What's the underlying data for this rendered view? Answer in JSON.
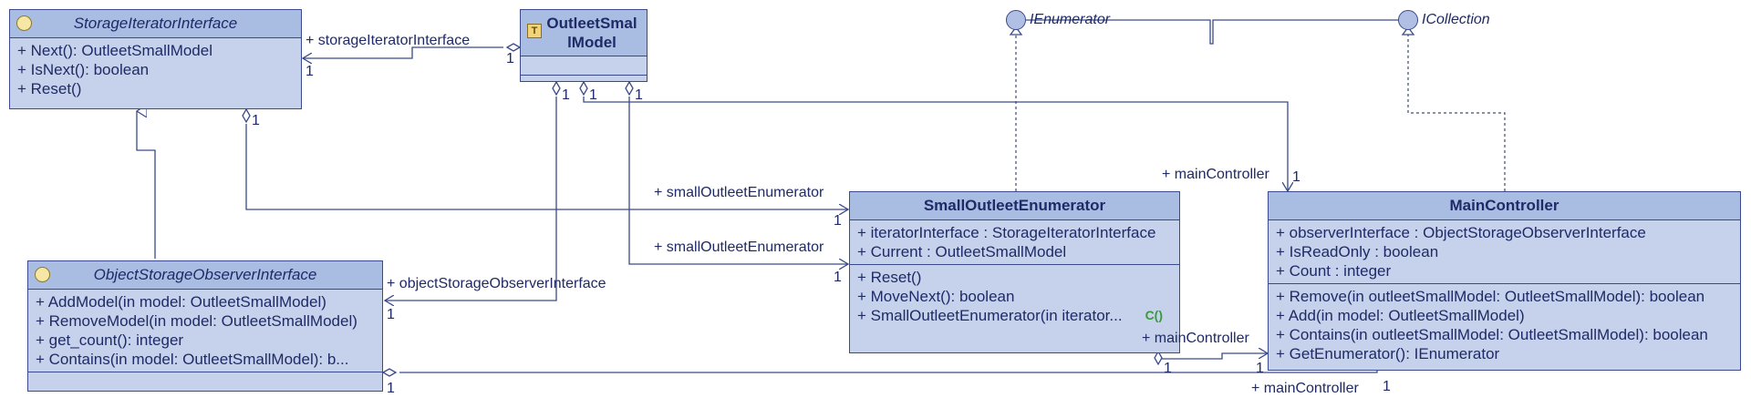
{
  "classes": {
    "storage_iterator": {
      "name": "StorageIteratorInterface",
      "ops": [
        "+ Next(): OutleetSmallModel",
        "+ IsNext(): boolean",
        "+ Reset()"
      ]
    },
    "outleet_small_model": {
      "name_line1": "OutleetSmal",
      "name_line2": "lModel",
      "icon": "T"
    },
    "object_storage_observer": {
      "name": "ObjectStorageObserverInterface",
      "ops": [
        "+ AddModel(in model: OutleetSmallModel)",
        "+ RemoveModel(in model: OutleetSmallModel)",
        "+ get_count(): integer",
        "+ Contains(in model: OutleetSmallModel): b..."
      ]
    },
    "small_outleet_enumerator": {
      "name": "SmallOutleetEnumerator",
      "attrs": [
        "+ iteratorInterface : StorageIteratorInterface",
        "+ Current : OutleetSmallModel"
      ],
      "ops": [
        "+ Reset()",
        "+ MoveNext(): boolean",
        "+ SmallOutleetEnumerator(in iterator..."
      ],
      "ctor_badge": "C()"
    },
    "main_controller": {
      "name": "MainController",
      "attrs": [
        "+ observerInterface : ObjectStorageObserverInterface",
        "+ IsReadOnly : boolean",
        "+  Count : integer"
      ],
      "ops": [
        "+ Remove(in outleetSmallModel: OutleetSmallModel): boolean",
        "+ Add(in model: OutleetSmallModel)",
        "+ Contains(in outleetSmallModel: OutleetSmallModel): boolean",
        "+ GetEnumerator(): IEnumerator"
      ]
    }
  },
  "interfaces": {
    "ienumerator": "IEnumerator",
    "icollection": "ICollection"
  },
  "labels": {
    "storage_iterator_interface": "+ storageIteratorInterface",
    "small_outleet_enumerator_1": "+ smallOutleetEnumerator",
    "small_outleet_enumerator_2": "+ smallOutleetEnumerator",
    "object_storage_observer_interface": "+ objectStorageObserverInterface",
    "main_controller_top": "+ mainController",
    "main_controller_mid": "+ mainController",
    "main_controller_bottom": "+ mainController",
    "one": "1"
  },
  "colors": {
    "box_fill": "#c6d2ec",
    "header_fill": "#a9bde3",
    "line": "#3a4a8a",
    "text": "#1f2a66"
  }
}
